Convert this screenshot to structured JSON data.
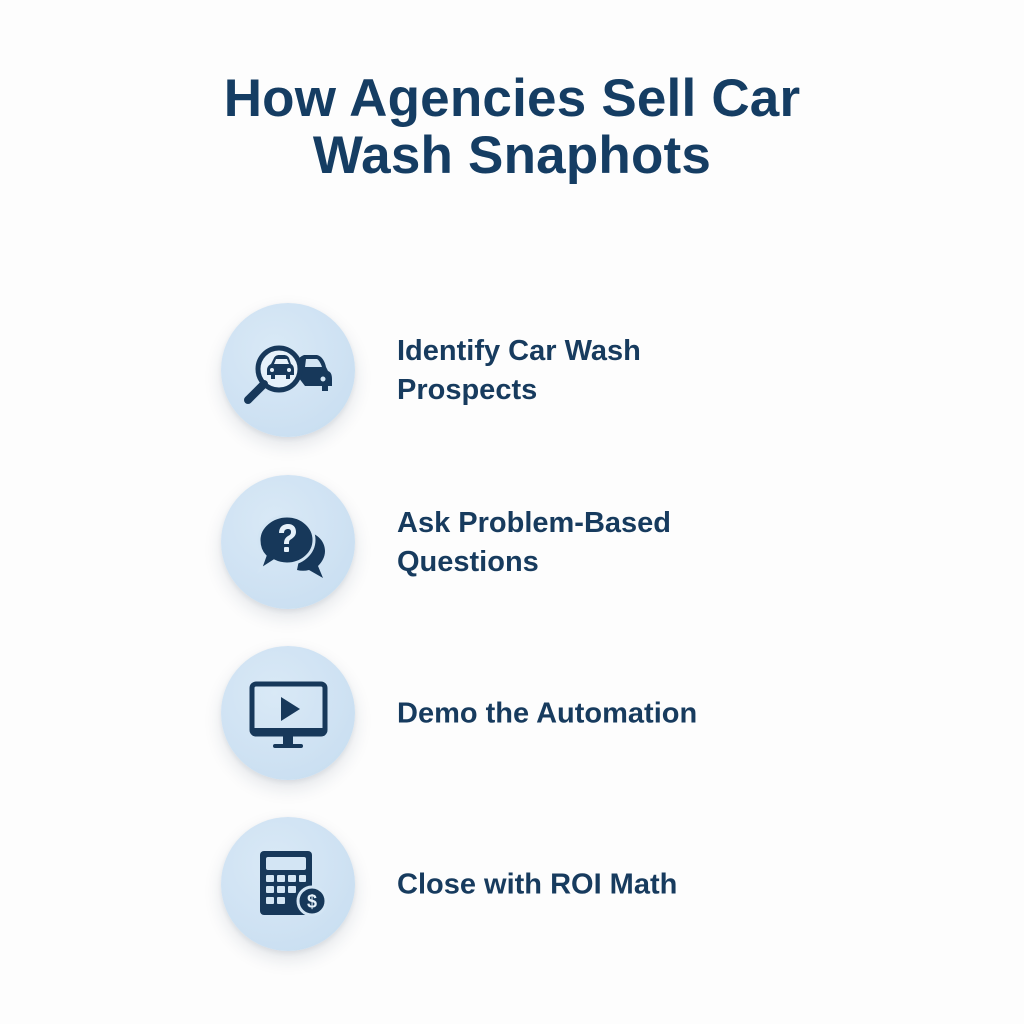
{
  "title": {
    "line1": "How Agencies Sell Car",
    "line2": "Wash Snaphots"
  },
  "steps": [
    {
      "icon": "search-car-icon",
      "label_line1": "Identify Car Wash",
      "label_line2": "Prospects"
    },
    {
      "icon": "question-chat-icon",
      "label_line1": "Ask Problem-Based",
      "label_line2": "Questions"
    },
    {
      "icon": "monitor-play-icon",
      "label_line1": "Demo the Automation",
      "label_line2": ""
    },
    {
      "icon": "calculator-dollar-icon",
      "label_line1": "Close with ROI Math",
      "label_line2": ""
    }
  ],
  "colors": {
    "title": "#153d63",
    "text": "#173b5e",
    "icon": "#17385a",
    "circle": "#cfe2f3",
    "background": "#fdfdfd"
  }
}
